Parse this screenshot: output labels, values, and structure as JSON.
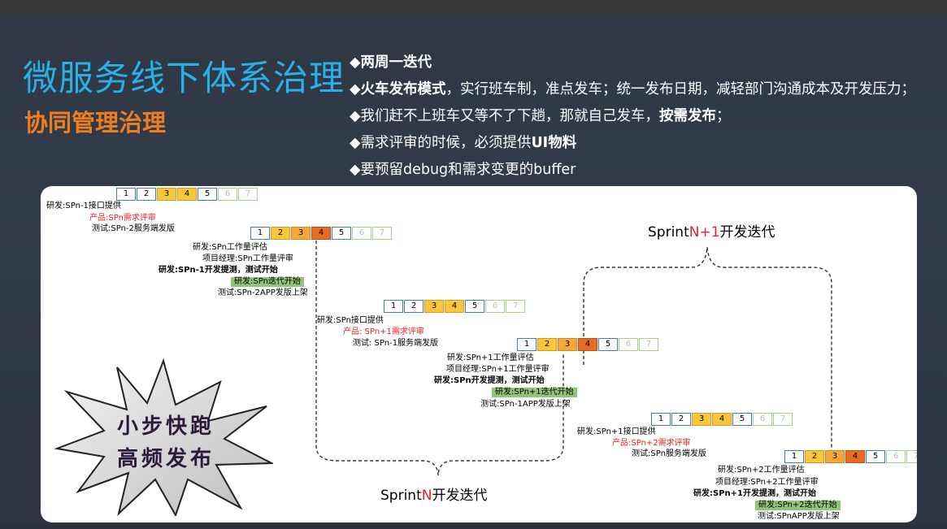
{
  "title": "微服务线下体系治理",
  "subtitle": "协同管理治理",
  "bullets": [
    {
      "pre": "◆",
      "bold": "两周一迭代",
      "rest": ""
    },
    {
      "pre": "◆",
      "bold": "火车发布模式",
      "rest": "，实行班车制，准点发车；统一发布日期，减轻部门沟通成本及开发压力；"
    },
    {
      "pre": "◆我们赶不上班车又等不了下趟，那就自己发车，",
      "bold": "按需发布",
      "rest": "；"
    },
    {
      "pre": "◆需求评审的时候，必须提供",
      "bold": "UI物料",
      "rest": ""
    },
    {
      "pre": "◆要预留debug和需求变更的buffer",
      "bold": "",
      "rest": ""
    }
  ],
  "sequence_numbers": [
    "1",
    "2",
    "3",
    "4",
    "5",
    "6",
    "7"
  ],
  "block1": {
    "l1": "研发:SPn-1接口提供",
    "l2": "产品:SPn需求评审",
    "l3": "测试:SPn-2服务端发版"
  },
  "block2": {
    "l1": "研发:SPn工作量评估",
    "l2": "项目经理:SPn工作量评审",
    "l3": "研发:SPn-1开发提测，测试开始",
    "l4": "研发:SPn迭代开始",
    "l5": "测试:SPn-2APP发版上架"
  },
  "block3": {
    "l1": "研发:SPn接口提供",
    "l2": "产品: SPn+1需求评审",
    "l3": "测试: SPn-1服务端发版"
  },
  "block4": {
    "l1": "研发:SPn+1工作量评估",
    "l2": "项目经理:SPn+1工作量评审",
    "l3": "研发:SPn开发提测，测试开始",
    "l4": "研发:SPn+1迭代开始",
    "l5": "测试:SPn-1APP发版上架"
  },
  "block5": {
    "l1": "研发:SPn+1接口提供",
    "l2": "产品:SPn+2需求评审",
    "l3": "测试:SPn服务端发版"
  },
  "block6": {
    "l1": "研发:SPn+2工作量评估",
    "l2": "项目经理:SPn+2工作量评审",
    "l3": "研发:SPn+1开发提测，测试开始",
    "l4": "研发:SPn+2迭代开始",
    "l5": "测试:SPnAPP发版上架"
  },
  "sprint_n": {
    "pre": "Sprint",
    "acc": "N",
    "post": "开发迭代"
  },
  "sprint_n1": {
    "pre": "Sprint",
    "acc": "N+1",
    "post": "开发迭代"
  },
  "star": {
    "line1": "小步快跑",
    "line2": "高频发布"
  },
  "colors": {
    "title": "#2ab0e8",
    "subtitle": "#ee7d22",
    "accent_red": "#e8222a",
    "green_highlight": "#92c47a"
  }
}
